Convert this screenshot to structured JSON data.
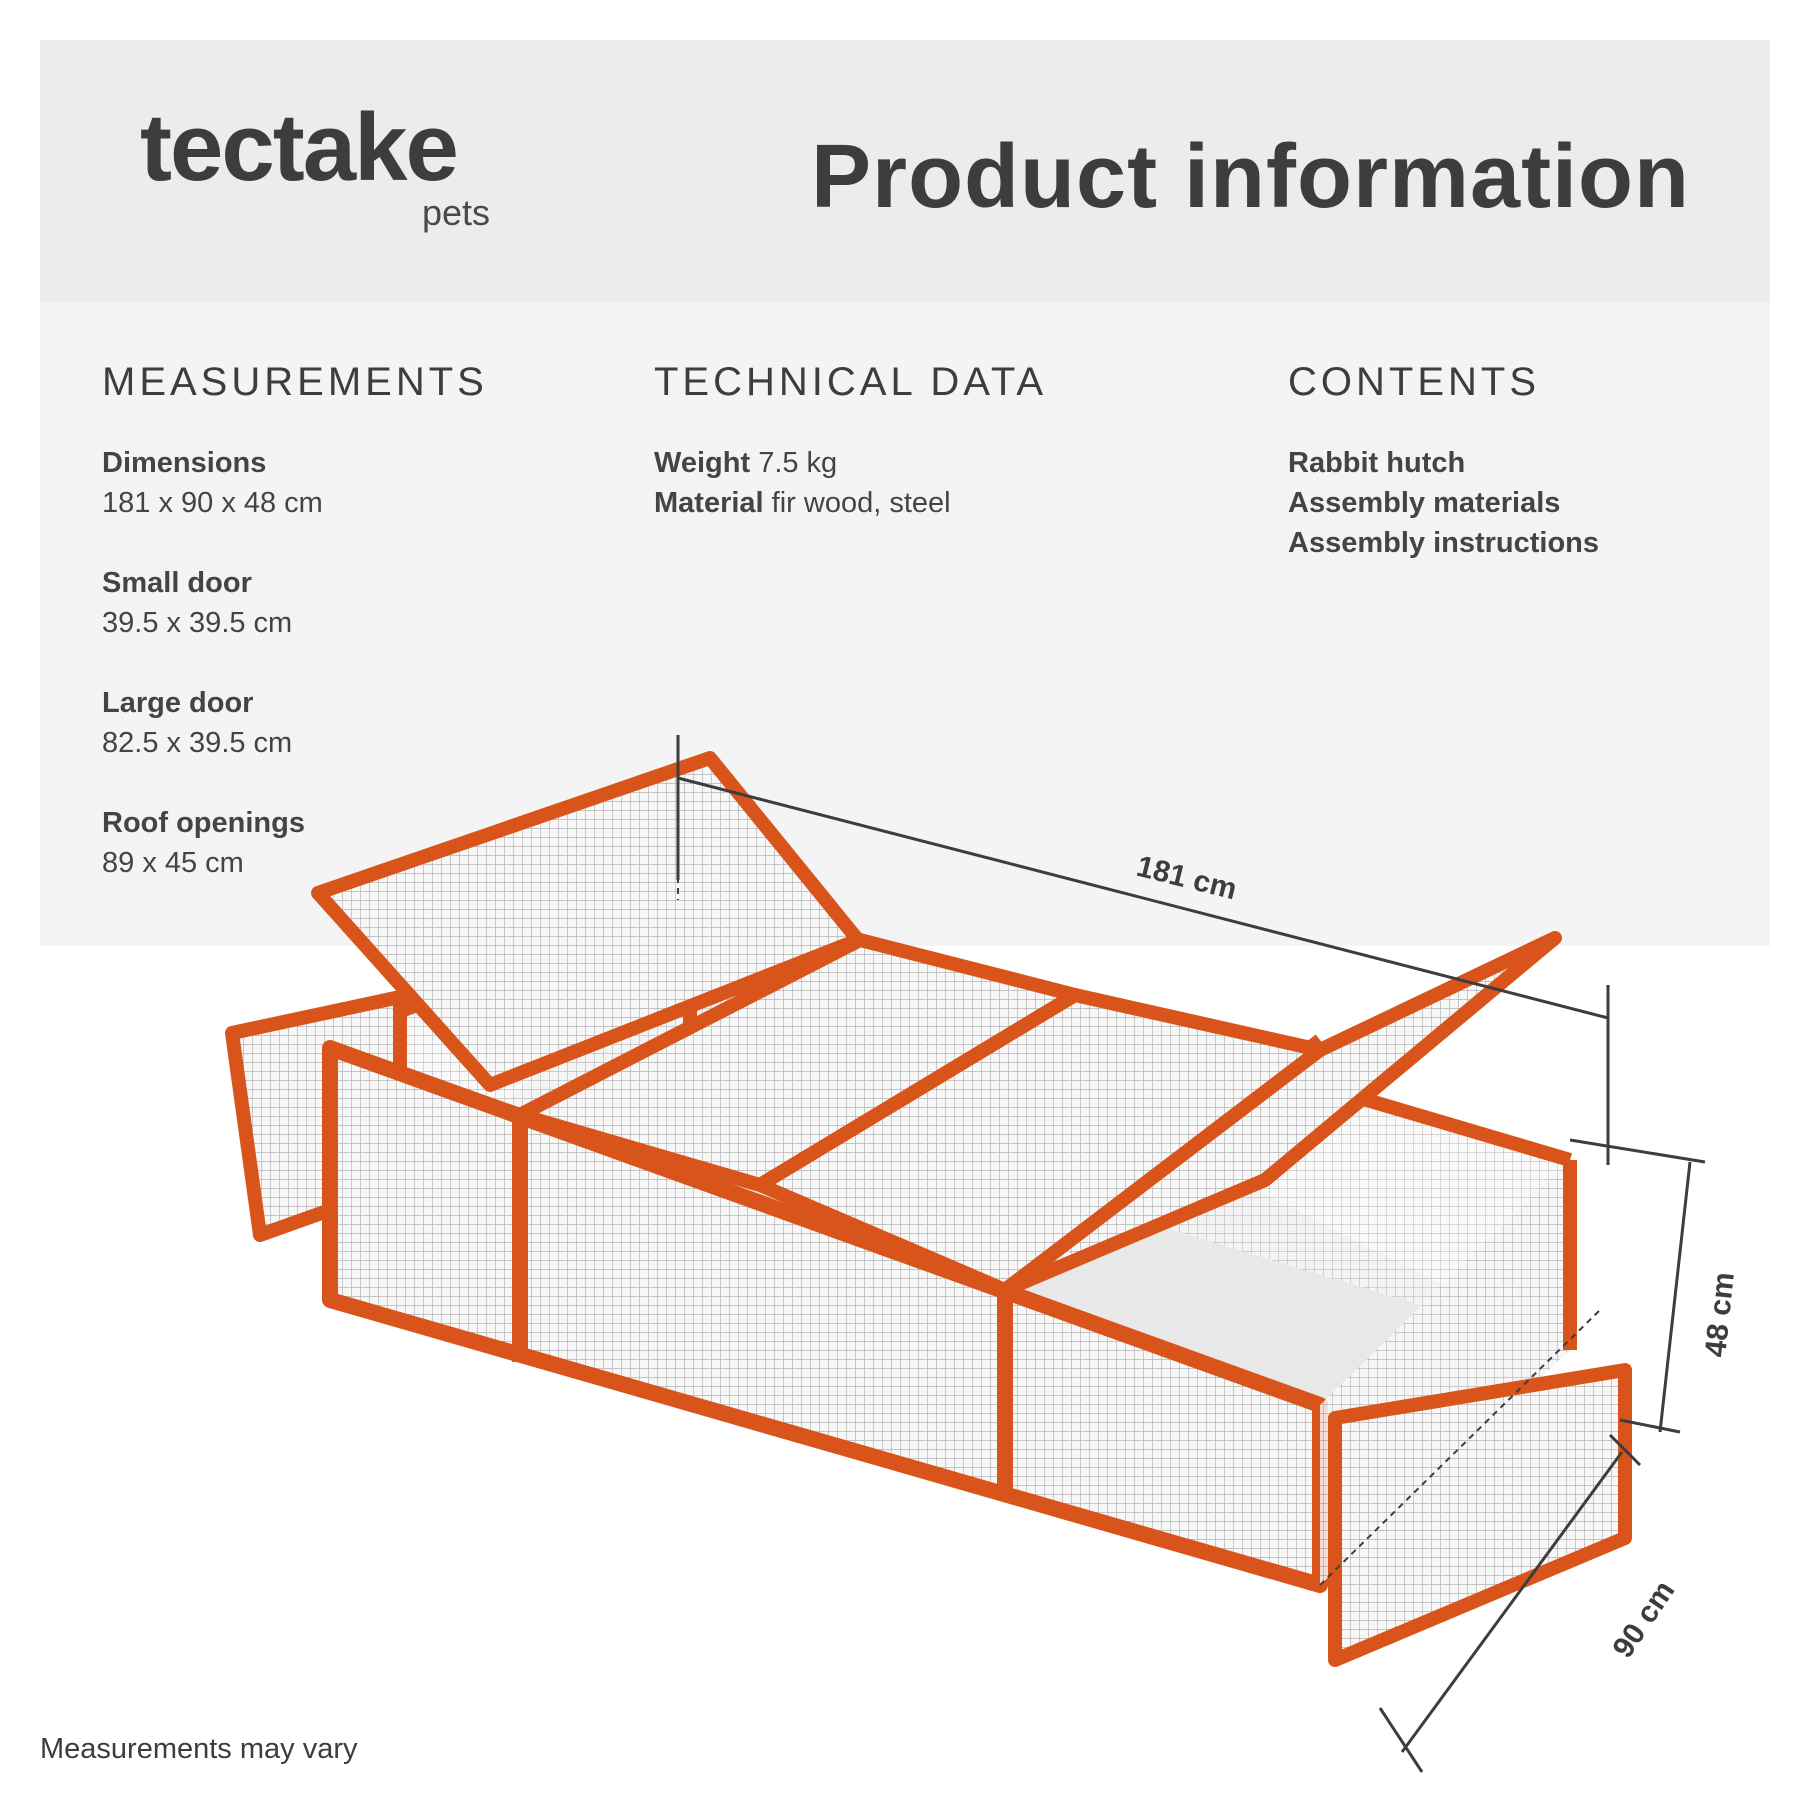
{
  "header": {
    "brand": "tectake",
    "brand_sub": "pets",
    "title": "Product information"
  },
  "measurements": {
    "heading": "MEASUREMENTS",
    "items": [
      {
        "label": "Dimensions",
        "value": "181 x 90 x 48 cm"
      },
      {
        "label": "Small door",
        "value": "39.5 x 39.5 cm"
      },
      {
        "label": "Large door",
        "value": "82.5 x 39.5 cm"
      },
      {
        "label": "Roof openings",
        "value": "89 x 45 cm"
      }
    ]
  },
  "technical": {
    "heading": "TECHNICAL DATA",
    "items": [
      {
        "label": "Weight",
        "value": "7.5 kg"
      },
      {
        "label": "Material",
        "value": "fir wood, steel"
      }
    ]
  },
  "contents": {
    "heading": "CONTENTS",
    "items": [
      "Rabbit hutch",
      "Assembly materials",
      "Assembly instructions"
    ]
  },
  "dimension_labels": {
    "length": "181 cm",
    "height": "48 cm",
    "depth": "90 cm"
  },
  "footnote": "Measurements may vary",
  "colors": {
    "header_bg": "#ececec",
    "info_bg": "#f4f4f4",
    "text": "#3d3d3d",
    "wood": "#d9541a",
    "mesh": "#b8b8b8"
  }
}
